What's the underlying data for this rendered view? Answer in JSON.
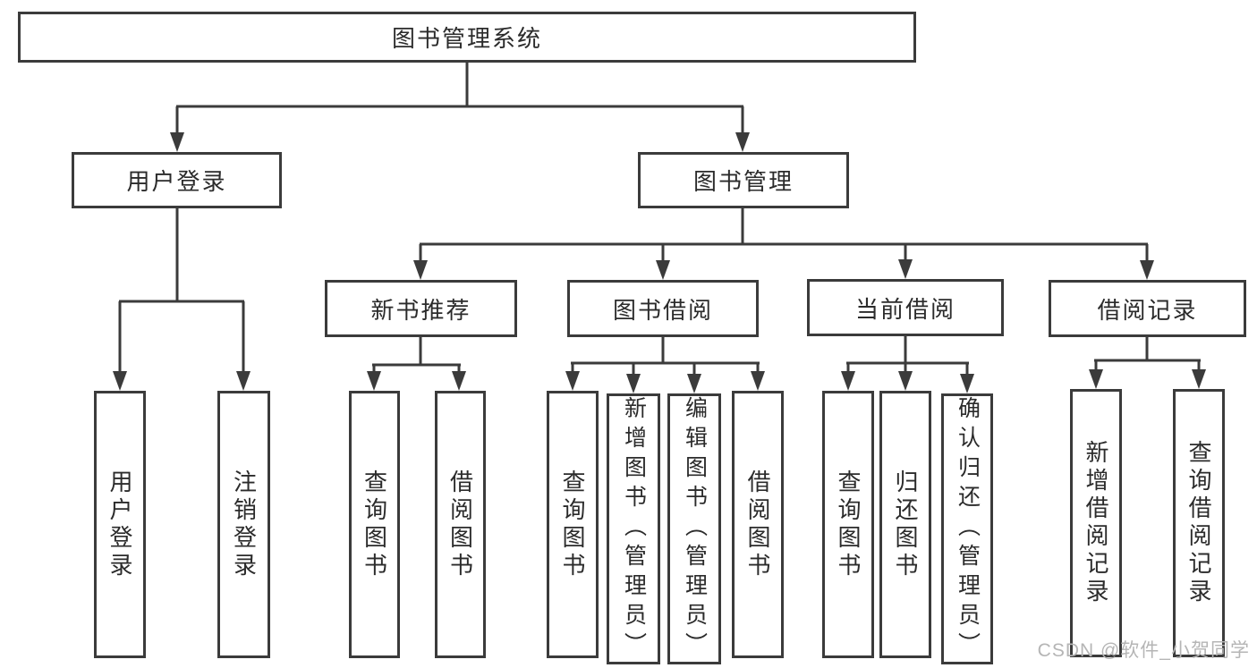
{
  "tree": {
    "root": "图书管理系统",
    "login": {
      "label": "用户登录",
      "leaves": [
        "用户登录",
        "注销登录"
      ]
    },
    "mgmt": {
      "label": "图书管理",
      "children": [
        {
          "label": "新书推荐",
          "leaves": [
            "查询图书",
            "借阅图书"
          ]
        },
        {
          "label": "图书借阅",
          "leaves": [
            "查询图书",
            "新增图书（管理员）",
            "编辑图书（管理员）",
            "借阅图书"
          ]
        },
        {
          "label": "当前借阅",
          "leaves": [
            "查询图书",
            "归还图书",
            "确认归还（管理员）"
          ]
        },
        {
          "label": "借阅记录",
          "leaves": [
            "新增借阅记录",
            "查询借阅记录"
          ]
        }
      ]
    }
  },
  "watermark": {
    "text": "CSDN @软件_小贺同学"
  },
  "colors": {
    "line": "#3b3b3b",
    "text": "#2b2b2b",
    "background": "#ffffff",
    "watermark": "#b5b5b5"
  }
}
